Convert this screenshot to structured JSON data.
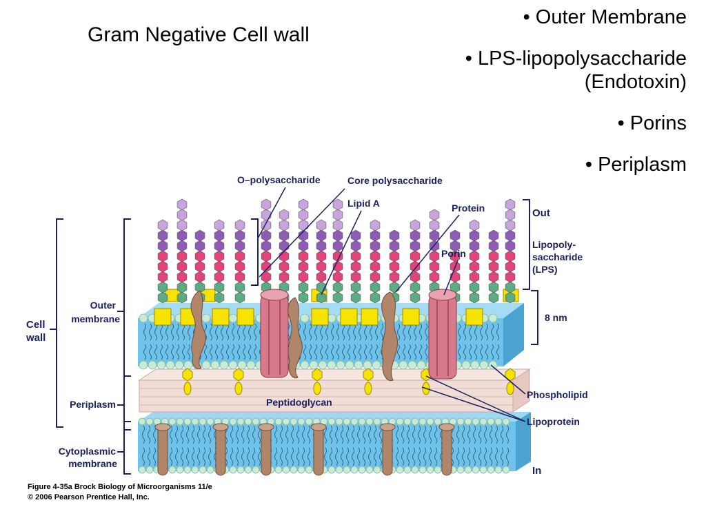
{
  "slide": {
    "title": "Gram Negative Cell wall",
    "bullets": [
      "• Outer Membrane",
      "• LPS-lipopolysaccharide (Endotoxin)",
      "• Porins",
      "• Periplasm"
    ]
  },
  "figure": {
    "labels": {
      "o_polysaccharide": "O–polysaccharide",
      "core_polysaccharide": "Core polysaccharide",
      "lipid_a": "Lipid A",
      "protein": "Protein",
      "porin": "Porin",
      "out": "Out",
      "lps_line1": "Lipopoly-",
      "lps_line2": "saccharide",
      "lps_line3": "(LPS)",
      "thickness": "8 nm",
      "cell_wall_line1": "Cell",
      "cell_wall_line2": "wall",
      "outer_membrane_line1": "Outer",
      "outer_membrane_line2": "membrane",
      "periplasm": "Periplasm",
      "cytoplasmic_line1": "Cytoplasmic",
      "cytoplasmic_line2": "membrane",
      "peptidoglycan": "Peptidoglycan",
      "phospholipid": "Phospholipid",
      "lipoprotein": "Lipoprotein",
      "in": "In"
    },
    "caption_line1": "Figure 4-35a  Brock Biology of Microorganisms 11/e",
    "caption_line2": "© 2006 Pearson Prentice Hall, Inc."
  },
  "colors": {
    "membrane_blue": "#6fc3ea",
    "lipid_bead": "#c9ead6",
    "lipid_a_yellow": "#f6e400",
    "core_green": "#5dab82",
    "sugar_pink": "#e0447a",
    "sugar_purple": "#8e5bb5",
    "sugar_lavender": "#c9a4dd",
    "porin_pink": "#d97a8c",
    "protein_brown": "#b0856a",
    "peptidoglycan": "#f1dcd6",
    "label_navy": "#1a2060"
  }
}
